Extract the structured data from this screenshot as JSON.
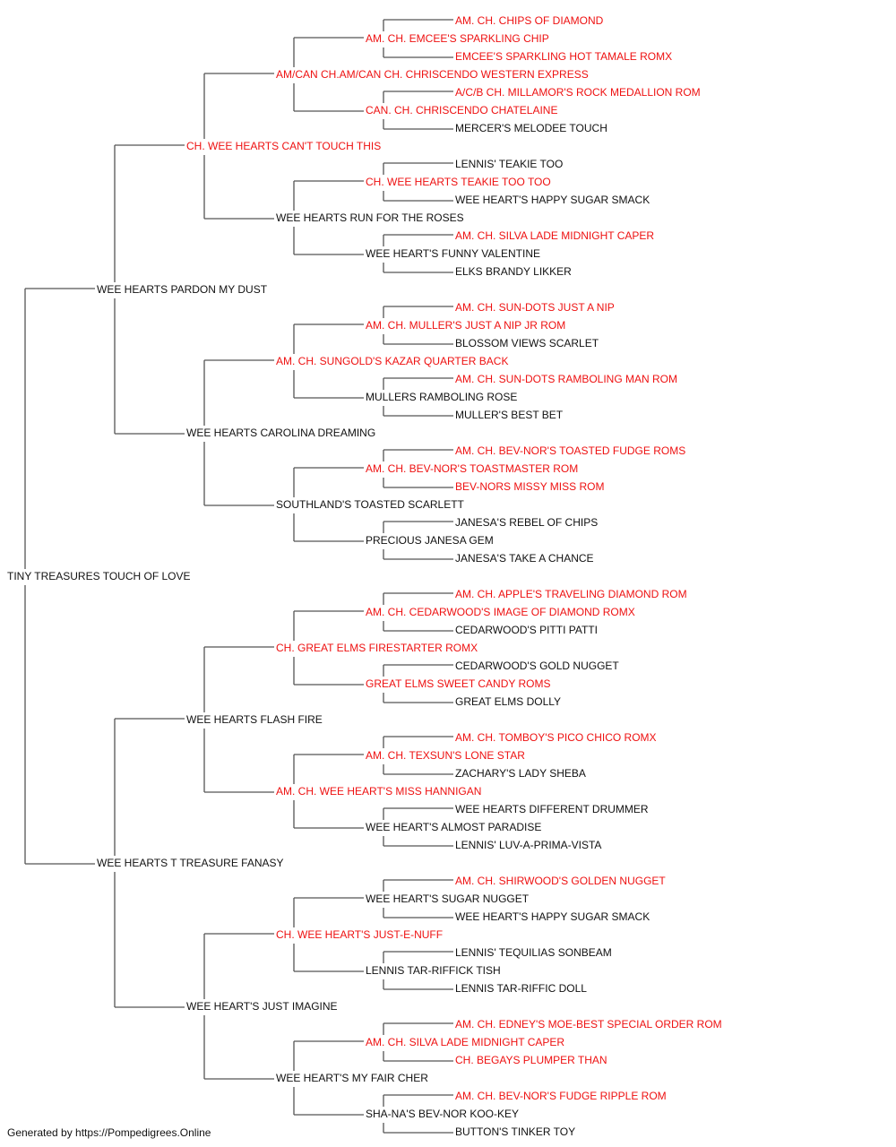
{
  "colors": {
    "champion": "#ee1111",
    "normal": "#111111",
    "line": "#555555"
  },
  "pedigree": {
    "subject": "TINY TREASURES TOUCH OF LOVE",
    "generation1": [
      "WEE HEARTS PARDON MY DUST",
      "WEE HEARTS T TREASURE FANASY"
    ],
    "generation2": [
      "CH. WEE HEARTS CAN'T TOUCH THIS",
      "WEE HEARTS CAROLINA DREAMING",
      "WEE HEARTS FLASH FIRE",
      "WEE HEART'S JUST IMAGINE"
    ],
    "generation3": [
      "AM/CAN CH.AM/CAN CH. CHRISCENDO WESTERN EXPRESS",
      "WEE HEARTS RUN FOR THE ROSES",
      "AM. CH. SUNGOLD'S KAZAR QUARTER BACK",
      "SOUTHLAND'S TOASTED SCARLETT",
      "CH. GREAT ELMS FIRESTARTER ROMX",
      "AM. CH. WEE HEART'S MISS HANNIGAN",
      "CH. WEE HEART'S JUST-E-NUFF",
      "WEE HEART'S MY FAIR CHER"
    ],
    "generation4": [
      "AM. CH. EMCEE'S SPARKLING CHIP",
      "CAN. CH. CHRISCENDO CHATELAINE",
      "CH. WEE HEARTS TEAKIE TOO TOO",
      "WEE HEART'S FUNNY VALENTINE",
      "AM. CH. MULLER'S JUST A NIP JR ROM",
      "MULLERS RAMBOLING ROSE",
      "AM. CH. BEV-NOR'S TOASTMASTER ROM",
      "PRECIOUS JANESA GEM",
      "AM. CH. CEDARWOOD'S IMAGE OF DIAMOND ROMX",
      "GREAT ELMS SWEET CANDY ROMS",
      "AM. CH. TEXSUN'S LONE STAR",
      "WEE HEART'S ALMOST PARADISE",
      "WEE HEART'S SUGAR NUGGET",
      "LENNIS TAR-RIFFICK TISH",
      "AM. CH. SILVA LADE MIDNIGHT CAPER",
      "SHA-NA'S BEV-NOR KOO-KEY"
    ],
    "generation5": [
      "AM. CH. CHIPS OF DIAMOND",
      "EMCEE'S SPARKLING HOT TAMALE ROMX",
      "A/C/B CH. MILLAMOR'S ROCK MEDALLION ROM",
      "MERCER'S MELODEE TOUCH",
      "LENNIS' TEAKIE TOO",
      "WEE HEART'S HAPPY SUGAR SMACK",
      "AM. CH. SILVA LADE MIDNIGHT CAPER",
      "ELKS BRANDY LIKKER",
      "AM. CH. SUN-DOTS JUST A NIP",
      "BLOSSOM VIEWS SCARLET",
      "AM. CH. SUN-DOTS RAMBOLING MAN ROM",
      "MULLER'S BEST BET",
      "AM. CH. BEV-NOR'S TOASTED FUDGE ROMS",
      "BEV-NORS MISSY MISS ROM",
      "JANESA'S REBEL OF CHIPS",
      "JANESA'S TAKE A CHANCE",
      "AM. CH. APPLE'S TRAVELING DIAMOND ROM",
      "CEDARWOOD'S PITTI PATTI",
      "CEDARWOOD'S GOLD NUGGET",
      "GREAT ELMS DOLLY",
      "AM. CH. TOMBOY'S PICO CHICO ROMX",
      "ZACHARY'S LADY SHEBA",
      "WEE HEARTS DIFFERENT DRUMMER",
      "LENNIS' LUV-A-PRIMA-VISTA",
      "AM. CH. SHIRWOOD'S GOLDEN NUGGET",
      "WEE HEART'S HAPPY SUGAR SMACK",
      "LENNIS' TEQUILIAS SONBEAM",
      "LENNIS TAR-RIFFIC DOLL",
      "AM. CH. EDNEY'S MOE-BEST SPECIAL ORDER ROM",
      "CH. BEGAYS PLUMPER THAN",
      "AM. CH. BEV-NOR'S FUDGE RIPPLE ROM",
      "BUTTON'S TINKER TOY"
    ],
    "champions": {
      "subject": [
        false
      ],
      "generation1": [
        false,
        false
      ],
      "generation2": [
        true,
        false,
        false,
        false
      ],
      "generation3": [
        true,
        false,
        true,
        false,
        true,
        true,
        true,
        false
      ],
      "generation4": [
        true,
        true,
        true,
        false,
        true,
        false,
        true,
        false,
        true,
        true,
        true,
        false,
        false,
        false,
        true,
        false
      ],
      "generation5": [
        true,
        true,
        true,
        false,
        false,
        false,
        true,
        false,
        true,
        false,
        true,
        false,
        true,
        true,
        false,
        false,
        true,
        false,
        false,
        false,
        true,
        false,
        false,
        false,
        true,
        false,
        false,
        false,
        true,
        true,
        true,
        false
      ]
    }
  },
  "footer": "Generated by https://Pompedigrees.Online"
}
